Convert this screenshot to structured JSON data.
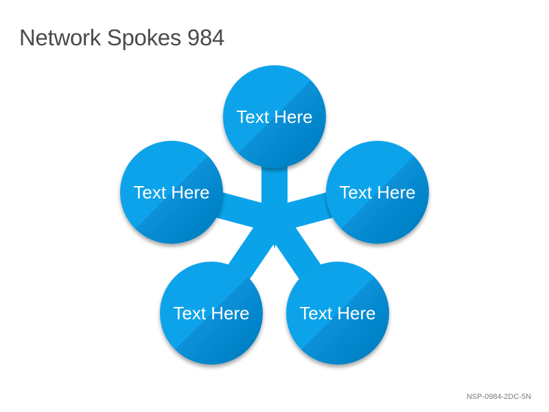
{
  "title": "Network Spokes 984",
  "footer_code": "NSP-0984-2DC-5N",
  "colors": {
    "node_fill": "#0aa3ea",
    "node_shade": "#0686cc",
    "spoke": "#0aa3ea"
  },
  "nodes": [
    {
      "label": "Text Here"
    },
    {
      "label": "Text Here"
    },
    {
      "label": "Text Here"
    },
    {
      "label": "Text Here"
    },
    {
      "label": "Text Here"
    }
  ]
}
